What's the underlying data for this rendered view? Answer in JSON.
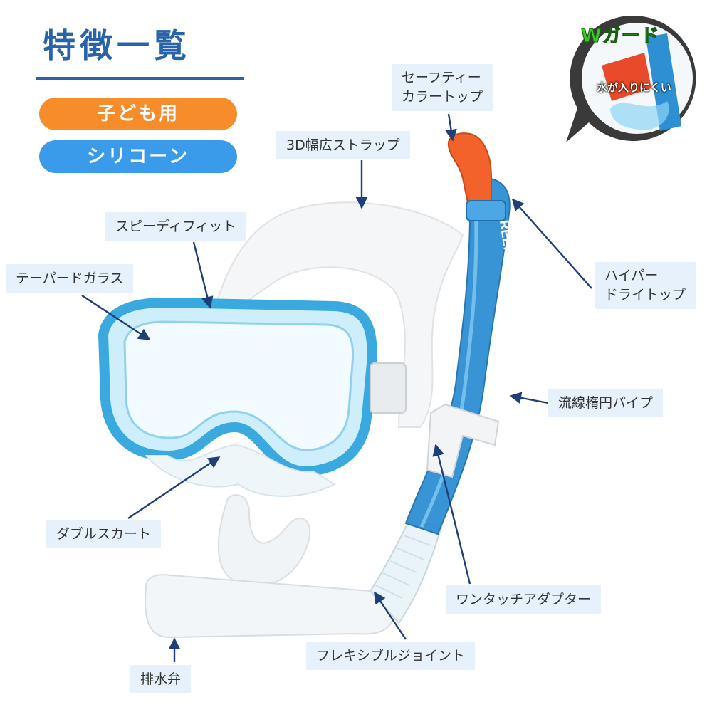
{
  "header": {
    "title": "特徴一覧",
    "tags": [
      "子ども用",
      "シリコーン"
    ]
  },
  "badge": {
    "title": "Wガード",
    "subtitle": "水が入りにくい"
  },
  "product": {
    "brand_logo": "REEF TOURER"
  },
  "callouts": {
    "safety_color_top_1": "セーフティー",
    "safety_color_top_2": "カラートップ",
    "wide_strap": "3D幅広ストラップ",
    "speedy_fit": "スピーディフィット",
    "tapered_glass": "テーパードガラス",
    "high_performance_dry_top_1": "ハイパー",
    "high_performance_dry_top_2": "ドライトップ",
    "oval_pipe": "流線楕円パイプ",
    "double_skirt": "ダブルスカート",
    "one_touch_adapter": "ワンタッチアダプター",
    "flexible_joint": "フレキシブルジョイント",
    "purge_valve": "排水弁"
  },
  "colors": {
    "title_blue": "#2a64a8",
    "tag_orange": "#f68c2a",
    "tag_blue": "#3a9bea",
    "label_bg": "#e6f1fb",
    "mask_blue": "#3aa9e0",
    "snorkel_blue": "#2e8fd3",
    "top_orange": "#f2622a",
    "arrow_navy": "#1f3f78"
  }
}
